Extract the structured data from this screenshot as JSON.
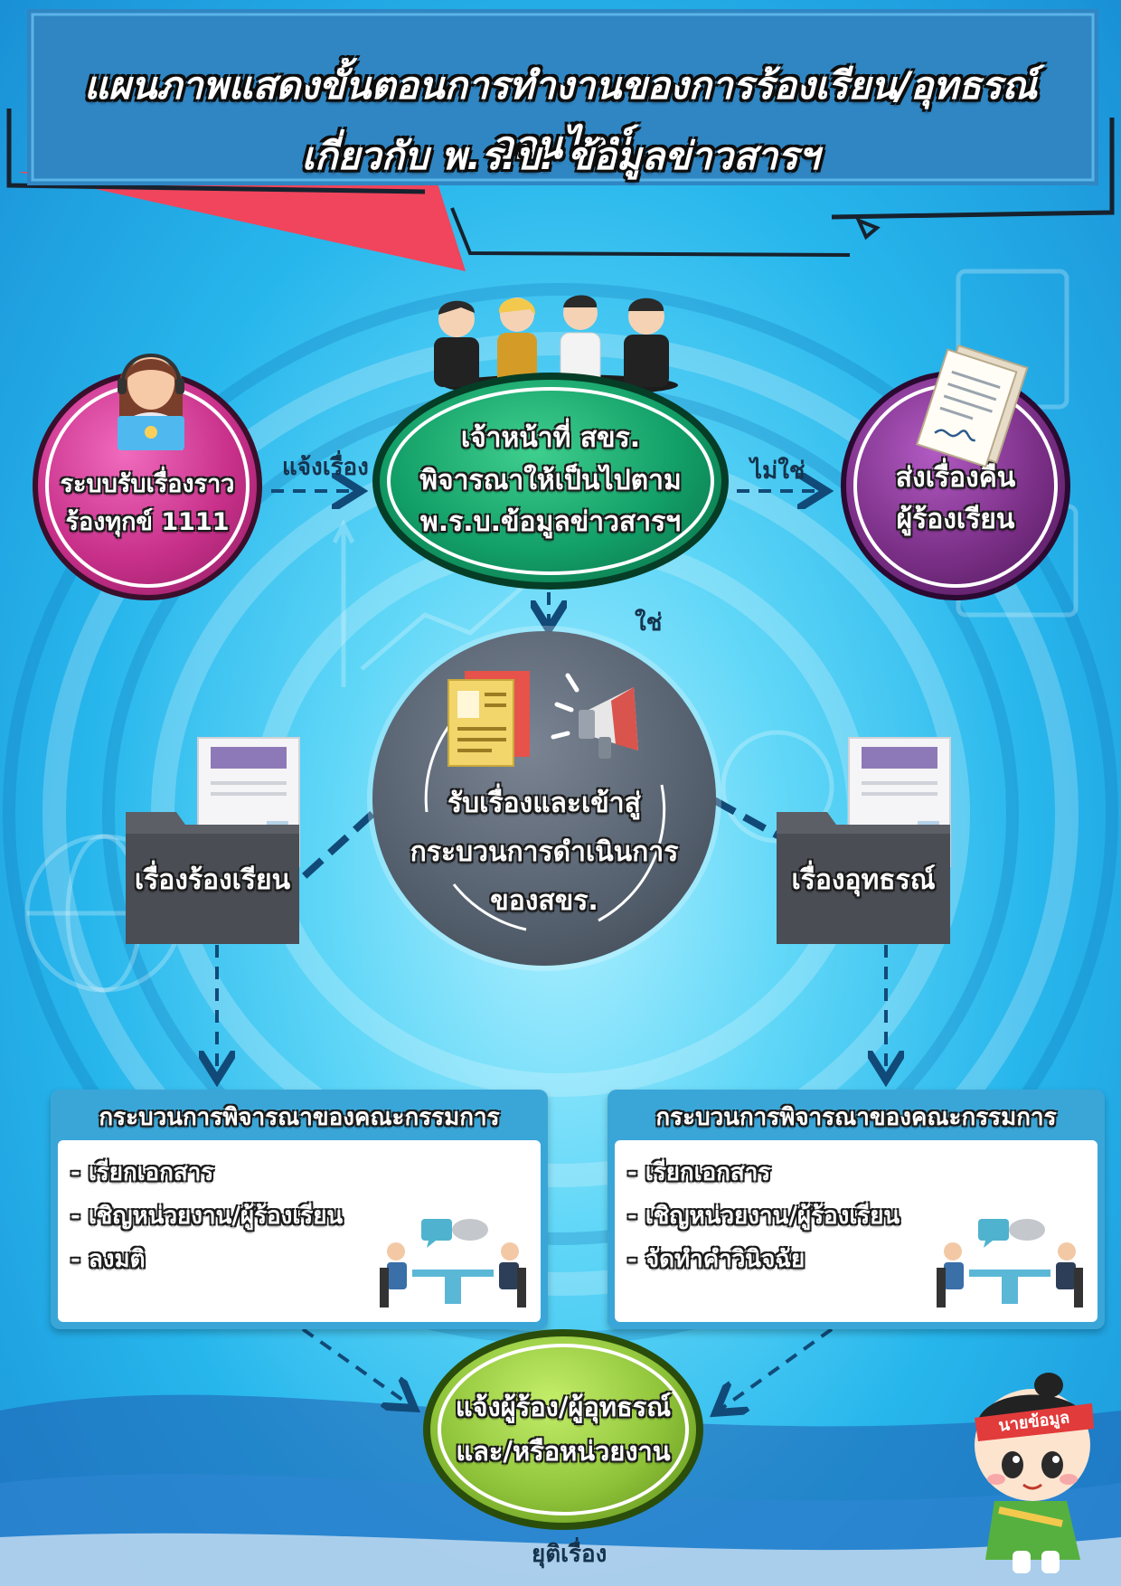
{
  "title": {
    "line1": "แผนภาพแสดงขั้นตอนการทำงานของการร้องเรียน/อุทธรณ์ออนไลน์",
    "line2": "เกี่ยวกับ พ.ร.บ. ข้อมูลข่าวสารฯ"
  },
  "nodes": {
    "intake": {
      "line1": "ระบบรับเรื่องราว",
      "line2": "ร้องทุกข์ 1111"
    },
    "officer": {
      "line1": "เจ้าหน้าที่ สขร.",
      "line2": "พิจารณาให้เป็นไปตาม",
      "line3": "พ.ร.บ.ข้อมูลข่าวสารฯ"
    },
    "return": {
      "line1": "ส่งเรื่องคืน",
      "line2": "ผู้ร้องเรียน"
    },
    "process": {
      "line1": "รับเรื่องและเข้าสู่",
      "line2": "กระบวนการดำเนินการ",
      "line3": "ของสขร."
    },
    "notify": {
      "line1": "แจ้งผู้ร้อง/ผู้อุทธรณ์",
      "line2": "และ/หรือหน่วยงาน"
    }
  },
  "edges": {
    "notify_label": "แจ้งเรื่อง",
    "no_label": "ไม่ใช่",
    "yes_label": "ใช่",
    "end_label": "ยุติเรื่อง"
  },
  "folders": {
    "complaint": "เรื่องร้องเรียน",
    "appeal": "เรื่องอุทธรณ์"
  },
  "panels": {
    "left": {
      "heading": "กระบวนการพิจารณาของคณะกรรมการ",
      "items": [
        "- เรียกเอกสาร",
        "- เชิญหน่วยงาน/ผู้ร้องเรียน",
        "- ลงมติ"
      ]
    },
    "right": {
      "heading": "กระบวนการพิจารณาของคณะกรรมการ",
      "items": [
        "- เรียกเอกสาร",
        "- เชิญหน่วยงาน/ผู้ร้องเรียน",
        "- จัดทำคำวินิจฉัย"
      ]
    }
  },
  "mascot": {
    "headband": "นายข้อมูล"
  },
  "colors": {
    "intake": "#c8308a",
    "officer": "#0f7a55",
    "return": "#7a2f86",
    "process": "#55606e",
    "notify": "#8fc43a",
    "panel": "#3aa6d8",
    "title_band": "#2f86c3",
    "accent_red": "#f0455c"
  },
  "icons": [
    "call-center-agent-icon",
    "business-team-icon",
    "signed-document-icon",
    "newspaper-icon",
    "megaphone-icon",
    "folder-icon",
    "meeting-icon",
    "mascot-icon"
  ]
}
